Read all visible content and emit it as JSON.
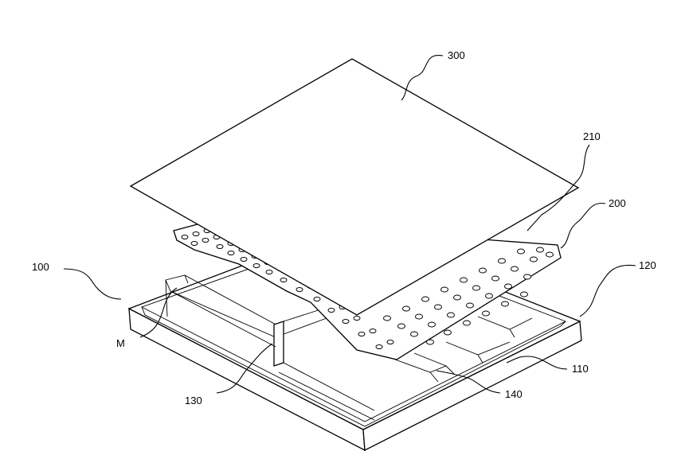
{
  "labels": {
    "top_sheet": "300",
    "holes": "210",
    "perforated_plate": "200",
    "assembly": "100",
    "side_wall": "120",
    "cell": "M",
    "base": "110",
    "partition": "130",
    "rib": "140"
  },
  "colors": {
    "line": "#000000",
    "background": "#ffffff"
  }
}
